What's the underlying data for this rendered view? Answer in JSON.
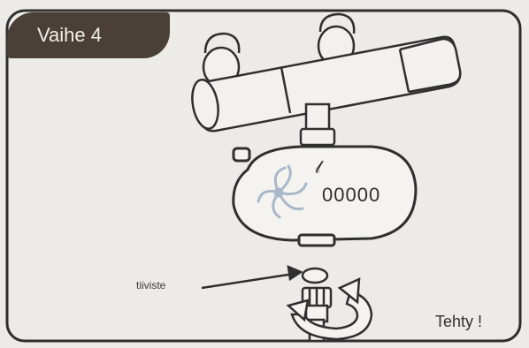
{
  "step": {
    "label": "Vaihe 4"
  },
  "callout": {
    "label": "tiiviste"
  },
  "status": {
    "label": "Tehty !"
  },
  "device": {
    "indicator": "00000"
  },
  "colors": {
    "badge": "#4a4037",
    "line": "#2f2f2f",
    "paper": "#ecebe7",
    "fan": "#a9b8c8"
  }
}
